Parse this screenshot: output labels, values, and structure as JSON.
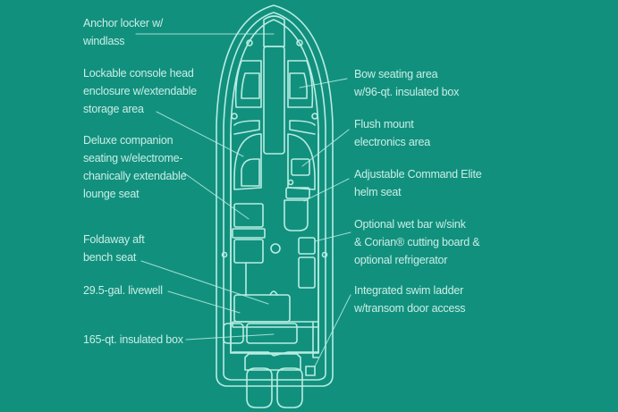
{
  "colors": {
    "background": "#12907e",
    "line": "#b8ede2",
    "text": "#c9efe6"
  },
  "diagram": {
    "subject": "boat deck layout (top view)",
    "left_callouts": [
      {
        "id": "anchor-locker",
        "lines": [
          "Anchor locker w/",
          "windlass"
        ]
      },
      {
        "id": "console-head",
        "lines": [
          "Lockable console head",
          "enclosure w/extendable",
          "storage area"
        ]
      },
      {
        "id": "companion-seating",
        "lines": [
          "Deluxe companion",
          "seating w/electrome-",
          "chanically extendable",
          "lounge seat"
        ]
      },
      {
        "id": "aft-bench",
        "lines": [
          "Foldaway aft",
          "bench seat"
        ]
      },
      {
        "id": "livewell",
        "lines": [
          "29.5-gal. livewell"
        ]
      },
      {
        "id": "insulated-box-165",
        "lines": [
          "165-qt. insulated box"
        ]
      }
    ],
    "right_callouts": [
      {
        "id": "bow-seating",
        "lines": [
          "Bow seating area",
          "w/96-qt. insulated box"
        ]
      },
      {
        "id": "electronics",
        "lines": [
          "Flush mount",
          "electronics area"
        ]
      },
      {
        "id": "helm-seat",
        "lines": [
          "Adjustable Command Elite",
          "helm seat"
        ]
      },
      {
        "id": "wet-bar",
        "lines": [
          "Optional wet bar w/sink",
          "& Corian® cutting board &",
          "optional refrigerator"
        ]
      },
      {
        "id": "swim-ladder",
        "lines": [
          "Integrated swim ladder",
          "w/transom door access"
        ]
      }
    ]
  }
}
